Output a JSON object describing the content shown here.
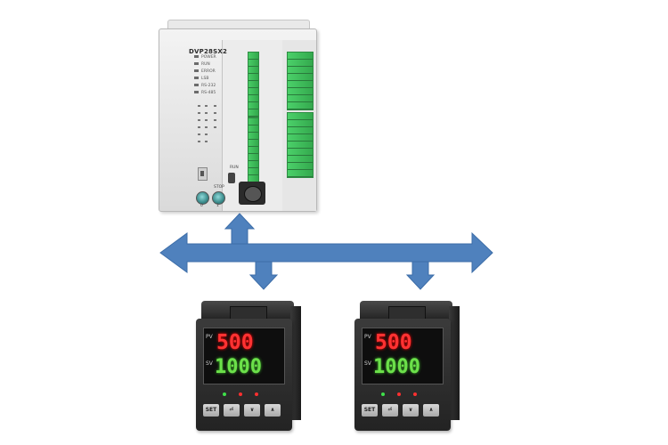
{
  "plc": {
    "model": "DVP28SX2",
    "status_leds": [
      "POWER",
      "RUN",
      "ERROR",
      "LSB",
      "RS-232",
      "RS-485"
    ],
    "switch_label": "RUN",
    "stop_label": "STOP",
    "pot_labels": [
      "0",
      "1"
    ]
  },
  "controllers": [
    {
      "pv_label": "PV",
      "pv_value": "500",
      "sv_label": "SV",
      "sv_value": "1000",
      "keys": [
        "SET",
        "⏎",
        "∨",
        "∧"
      ]
    },
    {
      "pv_label": "PV",
      "pv_value": "500",
      "sv_label": "SV",
      "sv_value": "1000",
      "keys": [
        "SET",
        "⏎",
        "∨",
        "∧"
      ]
    }
  ],
  "colors": {
    "arrow": "#4f81bd",
    "arrow_edge": "#3c6da8",
    "terminal_green": "#3fbf5c",
    "pv_red": "#ff3232",
    "sv_green": "#6ce04a"
  }
}
